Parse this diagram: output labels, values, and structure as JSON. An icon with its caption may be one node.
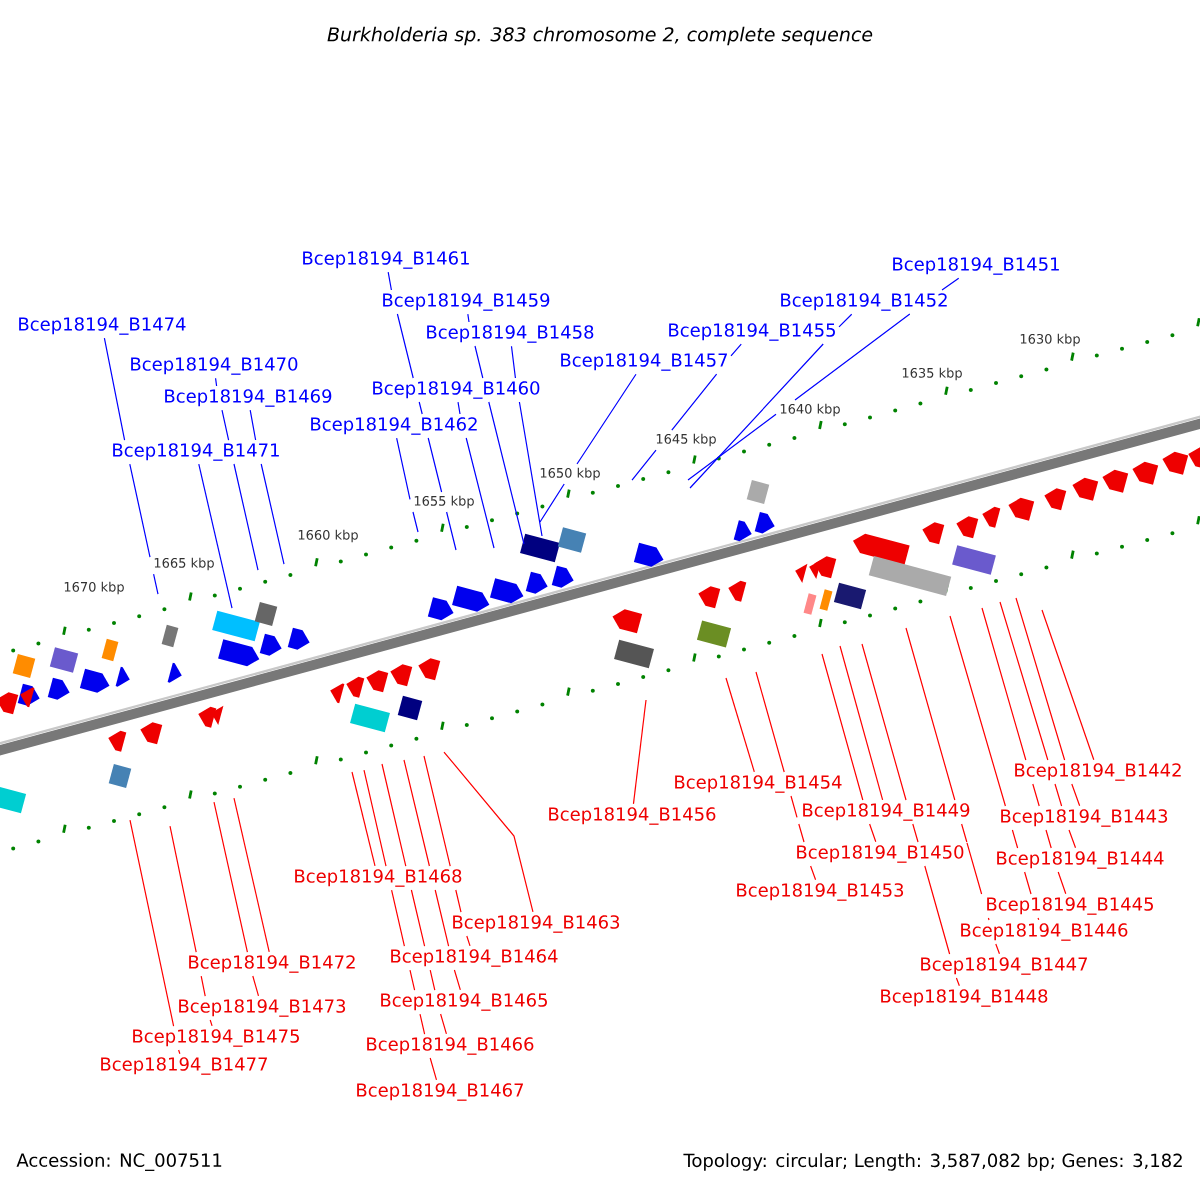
{
  "diagram": {
    "title": "Burkholderia sp. 383 chromosome 2, complete sequence",
    "nodes": [
      {
        "text": [
          "Bcep18194_B1461"
        ]
      },
      {
        "text": [
          "Bcep18194_B1451"
        ]
      },
      {
        "text": [
          "Bcep18194_B1459"
        ]
      },
      {
        "text": [
          "Bcep18194_B1452"
        ]
      },
      {
        "text": [
          "Bcep18194_B1474"
        ]
      },
      {
        "text": [
          "Bcep18194_B1455"
        ]
      },
      {
        "text": [
          "Bcep18194_B1458"
        ]
      },
      {
        "text": [
          "Bcep18194_B1457"
        ]
      },
      {
        "text": [
          "Bcep18194_B1470"
        ]
      },
      {
        "text": [
          "Bcep18194_B1460"
        ]
      },
      {
        "text": [
          "Bcep18194_B1469"
        ]
      },
      {
        "text": [
          "Bcep18194_B1462"
        ]
      },
      {
        "text": [
          "Bcep18194_B1471"
        ]
      },
      {
        "text": [
          "Bcep18194_B1442"
        ]
      },
      {
        "text": [
          "Bcep18194_B1454"
        ]
      },
      {
        "text": [
          "Bcep18194_B1449"
        ]
      },
      {
        "text": [
          "Bcep18194_B1456"
        ]
      },
      {
        "text": [
          "Bcep18194_B1443"
        ]
      },
      {
        "text": [
          "Bcep18194_B1450"
        ]
      },
      {
        "text": [
          "Bcep18194_B1444"
        ]
      },
      {
        "text": [
          "Bcep18194_B1468"
        ]
      },
      {
        "text": [
          "Bcep18194_B1453"
        ]
      },
      {
        "text": [
          "Bcep18194_B1445"
        ]
      },
      {
        "text": [
          "Bcep18194_B1463"
        ]
      },
      {
        "text": [
          "Bcep18194_B1446"
        ]
      },
      {
        "text": [
          "Bcep18194_B1464"
        ]
      },
      {
        "text": [
          "Bcep18194_B1472"
        ]
      },
      {
        "text": [
          "Bcep18194_B1447"
        ]
      },
      {
        "text": [
          "Bcep18194_B1448"
        ]
      },
      {
        "text": [
          "Bcep18194_B1465"
        ]
      },
      {
        "text": [
          "Bcep18194_B1473"
        ]
      },
      {
        "text": [
          "Bcep18194_B1475"
        ]
      },
      {
        "text": [
          "Bcep18194_B1466"
        ]
      },
      {
        "text": [
          "Bcep18194_B1477"
        ]
      },
      {
        "text": [
          "Bcep18194_B1467"
        ]
      }
    ],
    "edges": [
      {
        "from": 0,
        "to": null,
        "arrow": "none",
        "color": "#0000ff"
      },
      {
        "from": 1,
        "to": null,
        "arrow": "none",
        "color": "#0000ff"
      },
      {
        "from": 2,
        "to": null,
        "arrow": "none",
        "color": "#0000ff"
      },
      {
        "from": 3,
        "to": null,
        "arrow": "none",
        "color": "#0000ff"
      },
      {
        "from": 4,
        "to": null,
        "arrow": "none",
        "color": "#0000ff"
      },
      {
        "from": 5,
        "to": null,
        "arrow": "none",
        "color": "#0000ff"
      },
      {
        "from": 6,
        "to": null,
        "arrow": "none",
        "color": "#0000ff"
      },
      {
        "from": 7,
        "to": null,
        "arrow": "none",
        "color": "#0000ff"
      },
      {
        "from": 8,
        "to": null,
        "arrow": "none",
        "color": "#0000ff"
      },
      {
        "from": 9,
        "to": null,
        "arrow": "none",
        "color": "#0000ff"
      },
      {
        "from": 10,
        "to": null,
        "arrow": "none",
        "color": "#0000ff"
      },
      {
        "from": 11,
        "to": null,
        "arrow": "none",
        "color": "#0000ff"
      },
      {
        "from": 12,
        "to": null,
        "arrow": "none",
        "color": "#0000ff"
      },
      {
        "from": 13,
        "to": null,
        "arrow": "none"
      },
      {
        "from": 14,
        "to": null,
        "arrow": "none"
      },
      {
        "from": 15,
        "to": null,
        "arrow": "none"
      },
      {
        "from": 16,
        "to": null,
        "arrow": "none"
      },
      {
        "from": 17,
        "to": null,
        "arrow": "none"
      },
      {
        "from": 18,
        "to": null,
        "arrow": "none"
      },
      {
        "from": 19,
        "to": null,
        "arrow": "none"
      },
      {
        "from": 20,
        "to": null,
        "arrow": "none"
      },
      {
        "from": 21,
        "to": null,
        "arrow": "none"
      },
      {
        "from": 22,
        "to": null,
        "arrow": "none"
      },
      {
        "from": 23,
        "to": null,
        "arrow": "none"
      },
      {
        "from": 24,
        "to": null,
        "arrow": "none"
      },
      {
        "from": 25,
        "to": null,
        "arrow": "none"
      },
      {
        "from": 26,
        "to": null,
        "arrow": "none"
      },
      {
        "from": 27,
        "to": null,
        "arrow": "none"
      },
      {
        "from": 28,
        "to": null,
        "arrow": "none"
      },
      {
        "from": 29,
        "to": null,
        "arrow": "none"
      },
      {
        "from": 30,
        "to": null,
        "arrow": "none"
      },
      {
        "from": 31,
        "to": null,
        "arrow": "none"
      },
      {
        "from": 32,
        "to": null,
        "arrow": "none"
      },
      {
        "from": 33,
        "to": null,
        "arrow": "none"
      },
      {
        "from": 34,
        "to": null,
        "arrow": "none"
      }
    ],
    "labels": [
      "1630 kbp",
      "1635 kbp",
      "1640 kbp",
      "1645 kbp",
      "1650 kbp",
      "1655 kbp",
      "1660 kbp",
      "1665 kbp",
      "1670 kbp",
      "Accession: NC_007511",
      "Topology: circular; Length: 3,587,082 bp; Genes: 3,182"
    ]
  }
}
